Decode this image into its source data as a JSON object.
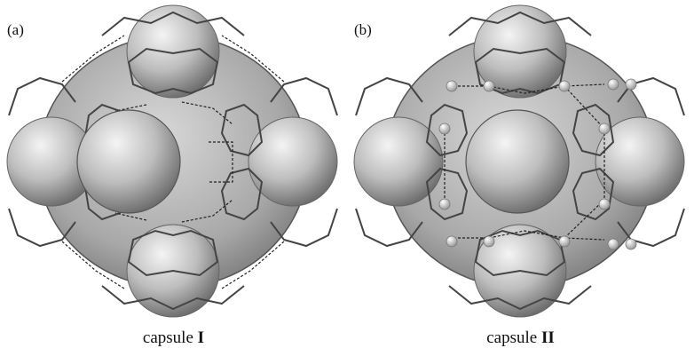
{
  "panels": [
    {
      "label": "(a)",
      "caption_text": "capsule ",
      "caption_bold": "I"
    },
    {
      "label": "(b)",
      "caption_text": "capsule ",
      "caption_bold": "II"
    }
  ],
  "colors": {
    "sphere_light": "#f2f2f2",
    "sphere_mid": "#b8b8b8",
    "sphere_dark": "#6a6a6a",
    "framework": "#444444",
    "hbond": "#222222",
    "metal_atom": "#e6e6e6"
  }
}
